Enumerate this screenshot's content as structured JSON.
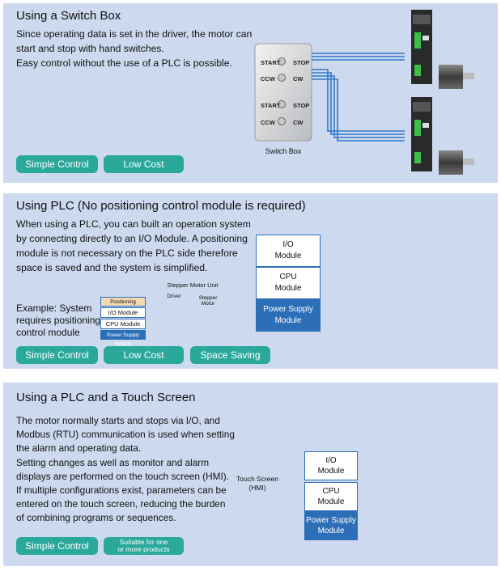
{
  "section1": {
    "title": "Using a Switch Box",
    "body": "Since operating data is set in the driver, the motor can\nstart and stop with hand switches.\nEasy control without the use of a PLC is possible.",
    "switch_rows": [
      {
        "left": "START",
        "right": "STOP"
      },
      {
        "left": "CCW",
        "right": "CW"
      },
      {
        "left": "START",
        "right": "STOP"
      },
      {
        "left": "CCW",
        "right": "CW"
      }
    ],
    "switch_box_label": "Switch Box",
    "pills": [
      "Simple Control",
      "Low Cost"
    ]
  },
  "section2": {
    "title": "Using PLC (No positioning control module is required)",
    "body": "When using a PLC, you can built an operation system\nby connecting directly to an I/O Module. A positioning\nmodule is not necessary on the PLC side therefore\nspace is saved and the system is simplified.",
    "example": "Example: System\nrequires positioning\ncontrol module",
    "mini_modules": [
      "Positioning Control Module",
      "I/O Module",
      "CPU Module",
      "Power Supply Module"
    ],
    "stepper_unit_label": "Stepper Motor Unit",
    "driver_label": "Driver",
    "stepper_motor_label": "Stepper\nMotor",
    "modules": [
      "I/O\nModule",
      "CPU\nModule",
      "Power Supply\nModule"
    ],
    "pills": [
      "Simple Control",
      "Low Cost",
      "Space Saving"
    ]
  },
  "section3": {
    "title": "Using a PLC and a Touch Screen",
    "body": "The motor normally starts and stops via I/O, and\nModbus (RTU) communication is used when setting\nthe alarm and operating data.\nSetting changes as well as monitor and alarm\ndisplays are performed on the touch screen (HMI).\nIf multiple configurations exist, parameters can be\nentered on the touch screen, reducing the burden\nof combining programs or sequences.",
    "touch_label": "Touch Screen\n(HMI)",
    "modules": [
      "I/O\nModule",
      "CPU\nModule",
      "Power Supply\nModule"
    ],
    "pills": [
      "Simple Control",
      "Suitable for one\nor more products"
    ]
  },
  "colors": {
    "panel": "#cdd9ee",
    "pill": "#2aa89c",
    "module_blue": "#2c6fb8",
    "cable": "#2f78c8"
  }
}
